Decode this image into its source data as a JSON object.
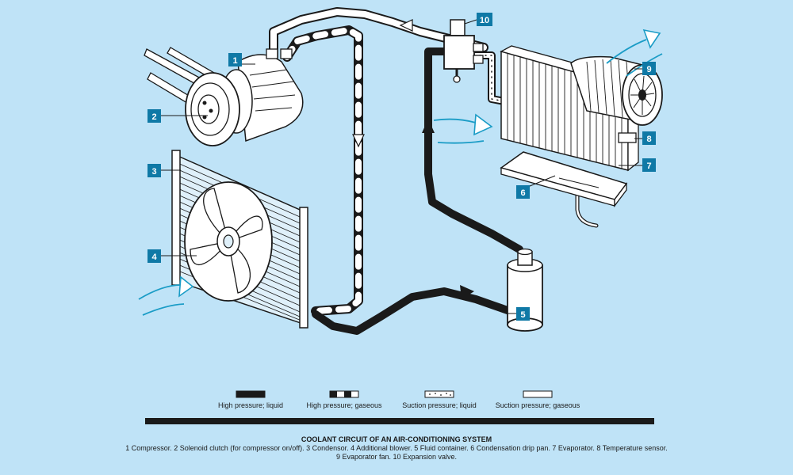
{
  "colors": {
    "background": "#bfe3f7",
    "badge": "#0f79a6",
    "arrow": "#1a9cc6",
    "line": "#1a1a1a"
  },
  "parts": [
    {
      "number": "1",
      "name": "Compressor"
    },
    {
      "number": "2",
      "name": "Solenoid clutch (for compressor on/off)"
    },
    {
      "number": "3",
      "name": "Condensor"
    },
    {
      "number": "4",
      "name": "Additional blower"
    },
    {
      "number": "5",
      "name": "Fluid container"
    },
    {
      "number": "6",
      "name": "Condensation drip pan"
    },
    {
      "number": "7",
      "name": "Evaporator"
    },
    {
      "number": "8",
      "name": "Temperature sensor"
    },
    {
      "number": "9",
      "name": "Evaporator fan"
    },
    {
      "number": "10",
      "name": "Expansion valve"
    }
  ],
  "legend": [
    {
      "label": "High pressure; liquid",
      "style": "solid-black"
    },
    {
      "label": "High pressure; gaseous",
      "style": "dashed-black"
    },
    {
      "label": "Suction pressure; liquid",
      "style": "dotted-white"
    },
    {
      "label": "Suction pressure; gaseous",
      "style": "plain-white"
    }
  ],
  "caption": {
    "title": "COOLANT CIRCUIT OF AN AIR-CONDITIONING SYSTEM",
    "line1": "1 Compressor.  2 Solenoid clutch (for compressor on/off).  3 Condensor.  4 Additional blower.  5 Fluid container.  6 Condensation drip pan.  7 Evaporator.  8 Temperature sensor.",
    "line2": "9 Evaporator fan.  10 Expansion valve."
  }
}
